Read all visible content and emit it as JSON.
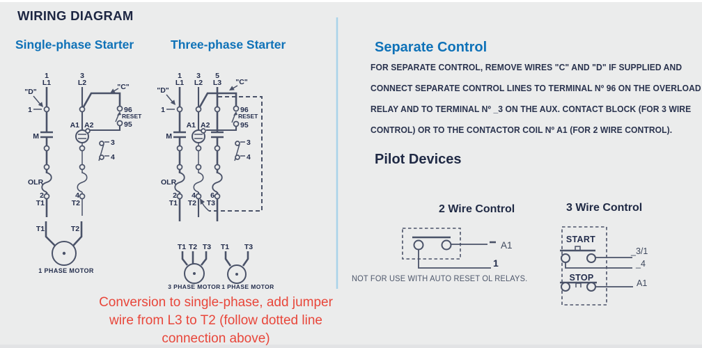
{
  "page": {
    "title": "WIRING DIAGRAM"
  },
  "colors": {
    "heading_blue": "#0f72b8",
    "navy": "#202a45",
    "diagram_line": "#4a5268",
    "red_note": "#e8463a",
    "divider_blue": "#a9d3e9",
    "background": "#ebecec"
  },
  "single_phase": {
    "title": "Single-phase Starter",
    "labels": {
      "l1_no": "1",
      "l1": "L1",
      "l2_no": "3",
      "l2": "L2",
      "wire_d": "\"D\"",
      "wire_c": "\"C\"",
      "contact_no": "1",
      "m": "M",
      "a1": "A1",
      "a2": "A2",
      "t96": "96",
      "reset": "RESET",
      "t95": "95",
      "aux3": "3",
      "aux4": "4",
      "olr": "OLR",
      "t1_no": "2",
      "t1": "T1",
      "t2_no": "4",
      "t2": "T2",
      "motor_t1": "T1",
      "motor_t2": "T2",
      "motor_caption": "1 PHASE MOTOR"
    }
  },
  "three_phase": {
    "title": "Three-phase Starter",
    "labels": {
      "l1_no": "1",
      "l1": "L1",
      "l2_no": "3",
      "l2": "L2",
      "l3_no": "5",
      "l3": "L3",
      "wire_d": "\"D\"",
      "wire_c": "\"C\"",
      "contact_no": "1",
      "m": "M",
      "a1": "A1",
      "a2": "A2",
      "t96": "96",
      "reset": "RESET",
      "t95": "95",
      "aux3": "3",
      "aux4": "4",
      "olr": "OLR",
      "t1_no": "2",
      "t1": "T1",
      "t2_no": "4",
      "t2": "T2",
      "t3_no": "6",
      "t3": "T3",
      "motor3_t1": "T1",
      "motor3_t2": "T2",
      "motor3_t3": "T3",
      "motor3_caption": "3 PHASE MOTOR",
      "motor1_t1": "T1",
      "motor1_t3": "T3",
      "motor1_caption": "1 PHASE MOTOR"
    }
  },
  "separate_control": {
    "title": "Separate Control",
    "lines": [
      "FOR SEPARATE CONTROL, REMOVE WIRES \"C\" AND \"D\" IF SUPPLIED AND",
      "CONNECT SEPARATE CONTROL LINES TO TERMINAL Nº 96 ON THE OVERLOAD",
      "RELAY AND TO TERMINAL Nº _3 ON THE AUX. CONTACT BLOCK (FOR 3 WIRE",
      "CONTROL) OR TO THE CONTACTOR COIL Nº A1 (FOR 2 WIRE CONTROL)."
    ]
  },
  "pilot_devices": {
    "title": "Pilot Devices",
    "two_wire": {
      "title": "2 Wire Control",
      "terminal_a1": "A1",
      "terminal_1": "1",
      "note": "NOT FOR USE WITH AUTO RESET OL RELAYS."
    },
    "three_wire": {
      "title": "3 Wire Control",
      "start": "START",
      "stop": "STOP",
      "terminal_31": "_3/1",
      "terminal_4": "_4",
      "terminal_a1": "A1"
    }
  },
  "footnote": {
    "lines": [
      "Conversion to single-phase, add jumper",
      "wire from L3 to T2 (follow dotted line",
      "connection above)"
    ]
  }
}
